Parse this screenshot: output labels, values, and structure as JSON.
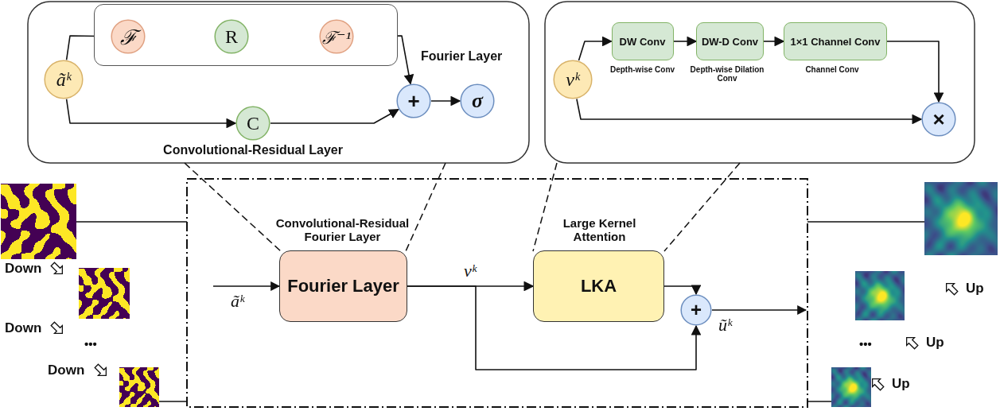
{
  "diagram": {
    "nodes": [
      {
        "text": [
          "ãᵏ"
        ]
      },
      {
        "text": [
          "Fourier Layer"
        ]
      },
      {
        "text": [
          "ℱ"
        ],
        "in": 1
      },
      {
        "text": [
          "R"
        ],
        "in": 1
      },
      {
        "text": [
          "ℱ⁻¹"
        ],
        "in": 1
      },
      {
        "text": [
          "C",
          "Convolutional-Residual Layer"
        ]
      },
      {
        "text": [
          "+"
        ]
      },
      {
        "text": [
          "σ"
        ]
      },
      {
        "text": [
          "vᵏ"
        ]
      },
      {
        "text": [
          "DW Conv",
          "Depth-wise Conv"
        ]
      },
      {
        "text": [
          "DW-D Conv",
          "Depth-wise Dilation Conv"
        ]
      },
      {
        "text": [
          "1×1 Channel Conv",
          "Channel Conv"
        ]
      },
      {
        "text": [
          "×"
        ]
      },
      {
        "text": [
          "Convolutional-Residual Fourier Layer",
          "Fourier Layer"
        ]
      },
      {
        "text": [
          "Large Kernel Attention",
          "LKA"
        ]
      },
      {
        "text": [
          "+"
        ]
      }
    ],
    "edges": [
      {
        "from": 0,
        "to": 2,
        "arrow": "to"
      },
      {
        "from": 4,
        "to": 6,
        "arrow": "to"
      },
      {
        "from": 0,
        "to": 5,
        "arrow": "to"
      },
      {
        "from": 5,
        "to": 6,
        "arrow": "to"
      },
      {
        "from": 6,
        "to": 7,
        "arrow": "to"
      },
      {
        "from": 8,
        "to": 9,
        "arrow": "to"
      },
      {
        "from": 9,
        "to": 10,
        "arrow": "to"
      },
      {
        "from": 10,
        "to": 11,
        "arrow": "to"
      },
      {
        "from": 11,
        "to": 12,
        "arrow": "to"
      },
      {
        "from": 8,
        "to": 12,
        "arrow": "to"
      },
      {
        "from": 13,
        "to": 14,
        "label": "vᵏ",
        "arrow": "to"
      },
      {
        "from": 14,
        "to": 15,
        "arrow": "to"
      },
      {
        "from": 13,
        "to": 15,
        "arrow": "to"
      }
    ],
    "labels": [
      "ãᵏ",
      "ũᵏ",
      "Down",
      "Down",
      "Down",
      "•••",
      "Up",
      "Up",
      "Up",
      "•••"
    ]
  }
}
